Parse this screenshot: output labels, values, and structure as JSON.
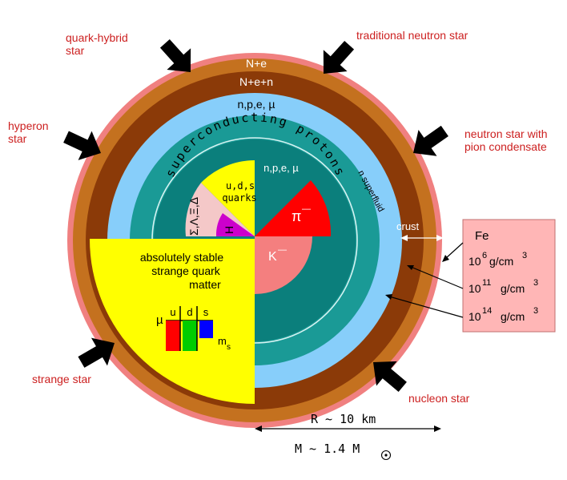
{
  "colors": {
    "pink": "#f08080",
    "brown_outer": "#c4711f",
    "brown_inner": "#8b3a08",
    "light_blue": "#87cefa",
    "teal": "#1a9a96",
    "dark_teal": "#0b7f7c",
    "yellow": "#ffff00",
    "red": "#ff0000",
    "salmon": "#f47f7f",
    "magenta": "#cc00cc",
    "light_pink": "#f4c8c8",
    "box_fill": "#ffb6b6",
    "label_red": "#cc1f1f"
  },
  "labels": {
    "quark_hybrid": [
      "quark-hybrid",
      "star"
    ],
    "traditional": "traditional neutron star",
    "hyperon": [
      "hyperon",
      "star"
    ],
    "pion": [
      "neutron star with",
      "pion condensate"
    ],
    "strange": "strange star",
    "nucleon": "nucleon star"
  },
  "layers": {
    "ne": "N+e",
    "nen": "N+e+n",
    "npe_mu_outer": "n,p,e, µ",
    "superconducting": "superconducting protons",
    "n_superfluid": "n superfluid",
    "npe_mu_inner": "n,p,e, µ",
    "uds_quarks": [
      "u,d,s",
      "quarks"
    ],
    "hyperons": "Σ,Λ,Ξ,Δ",
    "h": "H",
    "pi": "π",
    "pi_sup": "—",
    "kaon": "K",
    "kaon_sup": "—",
    "crust": "crust"
  },
  "strange_matter": {
    "lines": [
      "absolutely stable",
      "strange quark",
      "matter"
    ],
    "mu": "µ",
    "flavors": [
      "u",
      "d",
      "s"
    ],
    "flavor_colors": [
      "#ff0000",
      "#00cc00",
      "#0000ff"
    ],
    "ms": "m",
    "ms_sub": "s"
  },
  "density_box": {
    "fe": "Fe",
    "rows": [
      {
        "base": "10",
        "exp": "6",
        "unit": "g/cm",
        "unit_exp": "3"
      },
      {
        "base": "10",
        "exp": "11",
        "unit": "g/cm",
        "unit_exp": "3"
      },
      {
        "base": "10",
        "exp": "14",
        "unit": "g/cm",
        "unit_exp": "3"
      }
    ]
  },
  "scale": {
    "radius": "R ~ 10 km",
    "mass": "M ~ 1.4 M"
  }
}
